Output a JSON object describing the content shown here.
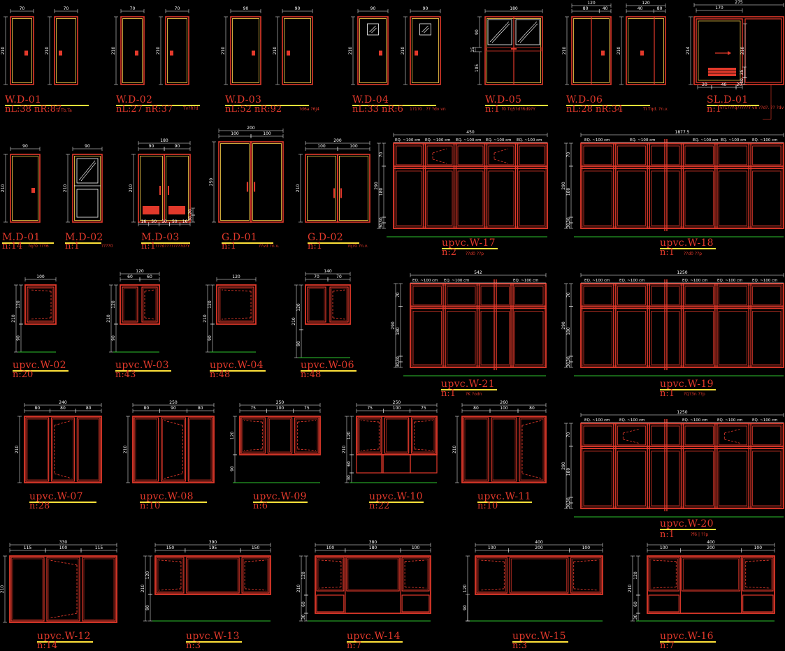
{
  "colors": {
    "background": "#000000",
    "frame": "#e2392b",
    "inner_frame": "#ffd24a",
    "dimension": "#ffffff",
    "ground": "#2ec42e",
    "underline": "#ffe23a",
    "label": "#e2392b"
  },
  "items": [
    {
      "id": "wd01",
      "label": "W.D-01",
      "count": "nL:38 nR:87",
      "note": "Ti Tb.Ta",
      "dims": [
        "70",
        "70",
        "210",
        "210"
      ]
    },
    {
      "id": "wd02",
      "label": "W.D-02",
      "count": "nL:27 nR:37",
      "note": "Tv?R?d",
      "dims": [
        "70",
        "70",
        "210",
        "210"
      ]
    },
    {
      "id": "wd03",
      "label": "W.D-03",
      "count": "nL:52 nR:92",
      "note": "?d6a ?6j4",
      "dims": [
        "90",
        "90",
        "210",
        "210"
      ]
    },
    {
      "id": "wd04",
      "label": "W.D-04",
      "count": "nL:33 nR:6",
      "note": "1?1?0 . ?? ?dv vn",
      "dims": [
        "90",
        "90",
        "210",
        "210"
      ]
    },
    {
      "id": "wd05",
      "label": "W.D-05",
      "count": "n:1",
      "note": "f0 Tq5?d?Rd9?Y",
      "dims": [
        "180",
        "90",
        "105",
        "15"
      ]
    },
    {
      "id": "wd06",
      "label": "W.D-06",
      "count": "nL:28 nR:34",
      "note": "Ti Tqd. ?n.v.",
      "dims": [
        "120",
        "80",
        "40",
        "40",
        "80",
        "120",
        "210",
        "210"
      ]
    },
    {
      "id": "sld01",
      "label": "SL.D-01",
      "count": "n:1",
      "note": "v?1??Yq?????Y vn ??d?. ?? ?dv ??Y4",
      "dims": [
        "275",
        "170",
        "214",
        "210",
        "20",
        "40",
        "20",
        "35",
        "30"
      ]
    },
    {
      "id": "md01",
      "label": "M.D-01",
      "count": "n:14",
      "note": "?q?0 ??Y6",
      "dims": [
        "90",
        "210"
      ]
    },
    {
      "id": "md02",
      "label": "M.D-02",
      "count": "n:1",
      "note": "????0",
      "dims": [
        "90",
        "210"
      ]
    },
    {
      "id": "md03",
      "label": "M.D-03",
      "count": "n:1",
      "note": "???d????????d?Y",
      "dims": [
        "180",
        "90",
        "90",
        "210",
        "16",
        "50",
        "10",
        "50",
        "16",
        "20",
        "30"
      ]
    },
    {
      "id": "gd01",
      "label": "G.D-01",
      "count": "n:1",
      "note": "??vd ?n.v.",
      "dims": [
        "200",
        "100",
        "100",
        "250"
      ]
    },
    {
      "id": "gd02",
      "label": "G.D-02",
      "count": "n:1",
      "note": "?q?0 ?n.v.",
      "dims": [
        "200",
        "100",
        "100",
        "210"
      ]
    },
    {
      "id": "w17",
      "label": "upvc.W-17",
      "count": "n:2",
      "note": "??d0 ??p",
      "dims": [
        "450",
        "EQ. ~100 cm",
        "EQ. ~100 cm",
        "EQ. ~100 cm",
        "EQ. ~100 cm",
        "EQ. ~100 cm",
        "290",
        "70",
        "180",
        "30",
        "30"
      ]
    },
    {
      "id": "w18",
      "label": "upvc.W-18",
      "count": "n:1",
      "note": "??d0 ??p",
      "dims": [
        "1877.5",
        "EQ. ~100 cm",
        "EQ. ~100 cm",
        "EQ. ~100 cm",
        "EQ. ~100 cm",
        "EQ. ~100 cm",
        "290",
        "70",
        "180",
        "30",
        "30"
      ]
    },
    {
      "id": "w02",
      "label": "upvc.W-02",
      "count": "n:20",
      "note": "",
      "dims": [
        "100",
        "210",
        "120",
        "90"
      ]
    },
    {
      "id": "w03",
      "label": "upvc.W-03",
      "count": "n:43",
      "note": "",
      "dims": [
        "120",
        "60",
        "60",
        "210",
        "120",
        "90"
      ]
    },
    {
      "id": "w04",
      "label": "upvc.W-04",
      "count": "n:48",
      "note": "",
      "dims": [
        "120",
        "210",
        "120",
        "90"
      ]
    },
    {
      "id": "w06",
      "label": "upvc.W-06",
      "count": "n:48",
      "note": "",
      "dims": [
        "140",
        "70",
        "70",
        "210",
        "120",
        "90"
      ]
    },
    {
      "id": "w21",
      "label": "upvc.W-21",
      "count": "n:1",
      "note": "?K ?odn",
      "dims": [
        "542",
        "EQ. ~100 cm",
        "EQ. ~100 cm",
        "EQ. ~100 cm",
        "290",
        "70",
        "180",
        "30",
        "30"
      ]
    },
    {
      "id": "w19",
      "label": "upvc.W-19",
      "count": "n:1",
      "note": "?Q?3n ??p",
      "dims": [
        "1250",
        "EQ. ~100 cm",
        "EQ. ~100 cm",
        "EQ. ~100 cm",
        "EQ. ~100 cm",
        "EQ. ~100 cm",
        "290",
        "70",
        "180",
        "30",
        "30"
      ]
    },
    {
      "id": "w07",
      "label": "upvc.W-07",
      "count": "n:28",
      "note": "",
      "dims": [
        "240",
        "80",
        "80",
        "80",
        "210"
      ]
    },
    {
      "id": "w08",
      "label": "upvc.W-08",
      "count": "n:10",
      "note": "",
      "dims": [
        "250",
        "80",
        "90",
        "80",
        "210"
      ]
    },
    {
      "id": "w09",
      "label": "upvc.W-09",
      "count": "n:6",
      "note": "",
      "dims": [
        "250",
        "75",
        "100",
        "75",
        "120",
        "90"
      ]
    },
    {
      "id": "w10",
      "label": "upvc.W-10",
      "count": "n:22",
      "note": "",
      "dims": [
        "250",
        "75",
        "100",
        "75",
        "210",
        "120",
        "60",
        "30"
      ]
    },
    {
      "id": "w11",
      "label": "upvc.W-11",
      "count": "n:10",
      "note": "",
      "dims": [
        "260",
        "80",
        "100",
        "80",
        "210"
      ]
    },
    {
      "id": "w20",
      "label": "upvc.W-20",
      "count": "n:1",
      "note": "?f6 | ??p",
      "dims": [
        "1250",
        "EQ. ~100 cm",
        "EQ. ~100 cm",
        "EQ. ~100 cm",
        "EQ. ~100 cm",
        "EQ. ~100 cm",
        "290",
        "70",
        "180",
        "30",
        "30"
      ]
    },
    {
      "id": "w12",
      "label": "upvc.W-12",
      "count": "n:14",
      "note": "",
      "dims": [
        "330",
        "115",
        "100",
        "115",
        "210"
      ]
    },
    {
      "id": "w13",
      "label": "upvc.W-13",
      "count": "n:3",
      "note": "",
      "dims": [
        "390",
        "150",
        "195",
        "150",
        "210",
        "120",
        "90"
      ]
    },
    {
      "id": "w14",
      "label": "upvc.W-14",
      "count": "n:7",
      "note": "",
      "dims": [
        "380",
        "100",
        "180",
        "100",
        "210",
        "120",
        "60",
        "30"
      ]
    },
    {
      "id": "w15",
      "label": "upvc.W-15",
      "count": "n:3",
      "note": "",
      "dims": [
        "400",
        "100",
        "200",
        "100",
        "120",
        "90"
      ]
    },
    {
      "id": "w16",
      "label": "upvc.W-16",
      "count": "n:7",
      "note": "",
      "dims": [
        "400",
        "100",
        "200",
        "100",
        "210",
        "120",
        "60",
        "30"
      ]
    }
  ]
}
